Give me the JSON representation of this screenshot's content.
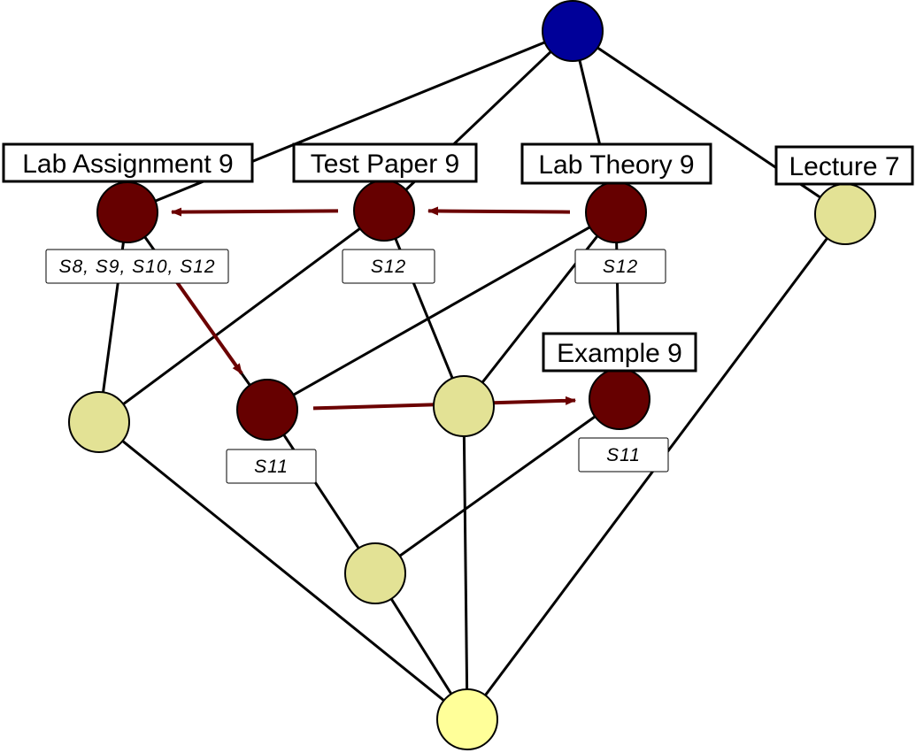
{
  "colors": {
    "top": "#000099",
    "highlight": "#660000",
    "concept": "#e3e295",
    "bottom": "#ffff99",
    "edge": "#000000",
    "arrow": "#6b0000"
  },
  "nodes": {
    "top": {},
    "lab_assignment": {
      "attribute": "Lab Assignment 9",
      "objects": "S8, S9, S10, S12"
    },
    "test_paper": {
      "attribute": "Test Paper 9",
      "objects": "S12"
    },
    "lab_theory": {
      "attribute": "Lab Theory 9",
      "objects": "S12"
    },
    "lecture": {
      "attribute": "Lecture 7"
    },
    "example": {
      "attribute": "Example 9",
      "objects": "S11"
    },
    "s11_node": {
      "objects": "S11"
    },
    "left_mid": {},
    "center_mid": {},
    "lower_mid": {},
    "bottom": {}
  },
  "edges": [
    [
      "top",
      "lab_assignment"
    ],
    [
      "top",
      "test_paper"
    ],
    [
      "top",
      "lab_theory"
    ],
    [
      "top",
      "lecture"
    ],
    [
      "lab_assignment",
      "left_mid"
    ],
    [
      "lab_assignment",
      "s11_node"
    ],
    [
      "test_paper",
      "left_mid"
    ],
    [
      "test_paper",
      "center_mid"
    ],
    [
      "lab_theory",
      "s11_node"
    ],
    [
      "lab_theory",
      "center_mid"
    ],
    [
      "lab_theory",
      "example"
    ],
    [
      "lecture",
      "bottom"
    ],
    [
      "left_mid",
      "bottom"
    ],
    [
      "s11_node",
      "lower_mid"
    ],
    [
      "center_mid",
      "bottom"
    ],
    [
      "example",
      "lower_mid"
    ],
    [
      "lower_mid",
      "bottom"
    ]
  ],
  "arrows": [
    [
      "test_paper",
      "lab_assignment"
    ],
    [
      "lab_theory",
      "test_paper"
    ],
    [
      "lab_assignment",
      "s11_node"
    ],
    [
      "s11_node",
      "example"
    ]
  ]
}
